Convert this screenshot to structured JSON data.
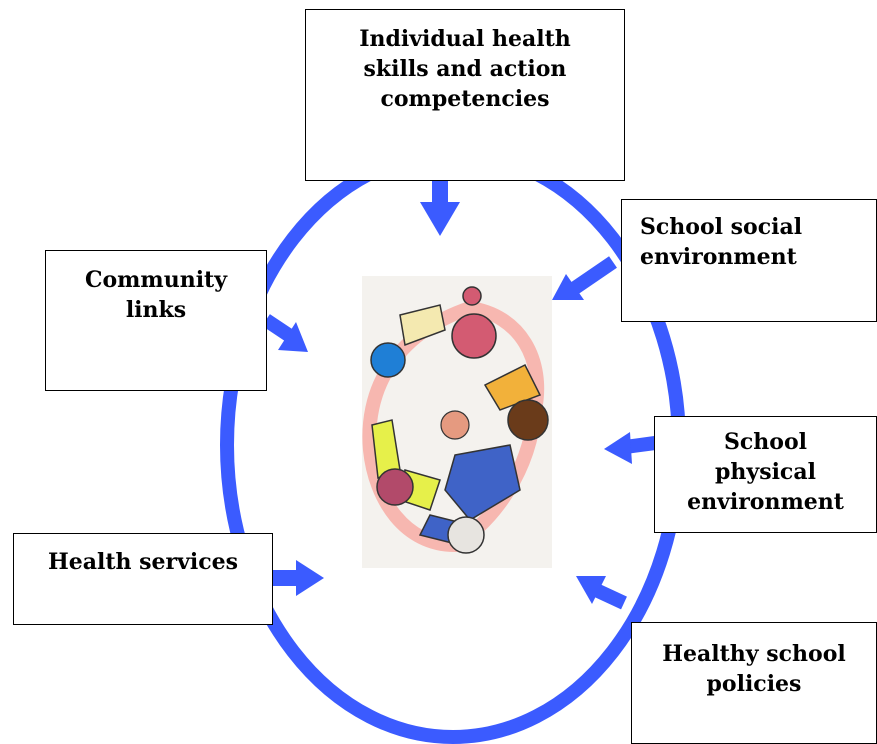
{
  "boxes": {
    "individual_health": {
      "lines": [
        "Individual health",
        "skills and action",
        "competencies"
      ]
    },
    "school_social": {
      "lines": [
        "School social",
        "environment"
      ]
    },
    "community_links": {
      "lines": [
        "Community",
        "links"
      ]
    },
    "school_physical": {
      "lines": [
        "School",
        "physical",
        "environment"
      ]
    },
    "health_services": {
      "lines": [
        "Health services"
      ]
    },
    "healthy_policies": {
      "lines": [
        "Healthy school",
        "policies"
      ]
    }
  },
  "colors": {
    "ring": "#3b5bff",
    "arrow": "#3b5bff",
    "box_border": "#000000"
  },
  "center_image": {
    "description_icon": "people-holding-hands-circle-icon"
  }
}
